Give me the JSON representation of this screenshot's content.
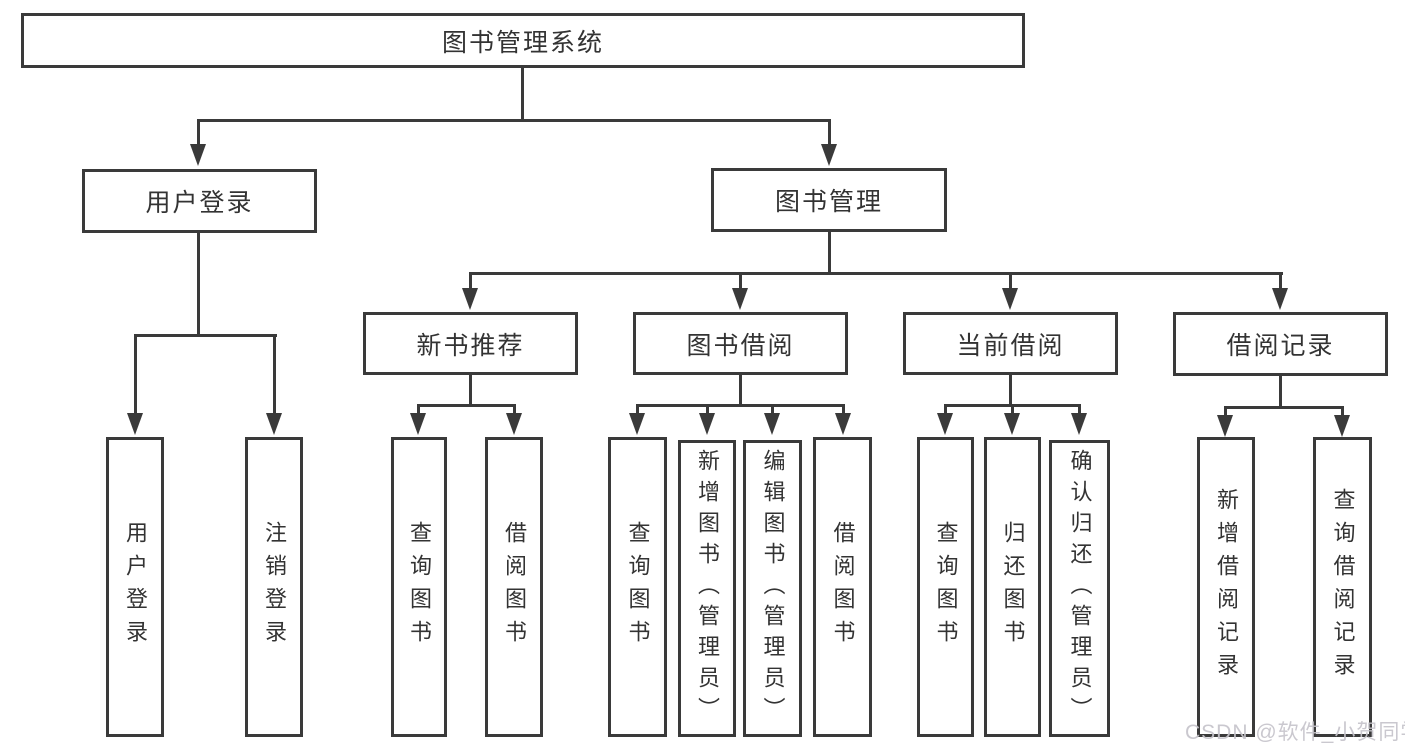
{
  "diagram": {
    "type": "tree",
    "title": "图书管理系统",
    "colors": {
      "line": "#3a3a3a",
      "text": "#333333",
      "background": "#ffffff",
      "watermark": "#c6c4cb"
    }
  },
  "tree": {
    "label": "图书管理系统",
    "children": [
      {
        "label": "用户登录",
        "children": [
          {
            "label": "用户登录"
          },
          {
            "label": "注销登录"
          }
        ]
      },
      {
        "label": "图书管理",
        "children": [
          {
            "label": "新书推荐",
            "children": [
              {
                "label": "查询图书"
              },
              {
                "label": "借阅图书"
              }
            ]
          },
          {
            "label": "图书借阅",
            "children": [
              {
                "label": "查询图书"
              },
              {
                "label": "新增图书（管理员）"
              },
              {
                "label": "编辑图书（管理员）"
              },
              {
                "label": "借阅图书"
              }
            ]
          },
          {
            "label": "当前借阅",
            "children": [
              {
                "label": "查询图书"
              },
              {
                "label": "归还图书"
              },
              {
                "label": "确认归还（管理员）"
              }
            ]
          },
          {
            "label": "借阅记录",
            "children": [
              {
                "label": "新增借阅记录"
              },
              {
                "label": "查询借阅记录"
              }
            ]
          }
        ]
      }
    ]
  },
  "watermark": "CSDN @软件_小贺同学"
}
